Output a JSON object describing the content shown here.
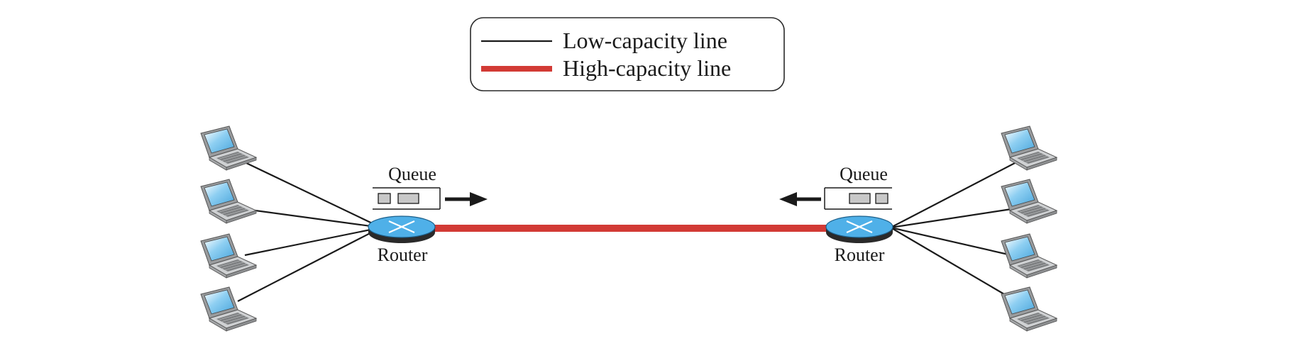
{
  "legend": {
    "items": [
      {
        "label": "Low-capacity line",
        "color": "#1a1a1a",
        "style": "thin"
      },
      {
        "label": "High-capacity line",
        "color": "#d23a35",
        "style": "thick"
      }
    ]
  },
  "left_side": {
    "queue_label": "Queue",
    "router_label": "Router",
    "arrow_direction": "right",
    "queue_packets": 2,
    "host_count": 4
  },
  "right_side": {
    "queue_label": "Queue",
    "router_label": "Router",
    "arrow_direction": "left",
    "queue_packets": 2,
    "host_count": 4
  },
  "colors": {
    "router_blue": "#4fb0e8",
    "router_dark": "#2a2a2a",
    "high_capacity": "#d23a35",
    "low_capacity": "#1a1a1a",
    "screen_blue": "#8ecff2",
    "laptop_gray": "#c9cbcd"
  },
  "icons": [
    "laptop-icon",
    "router-icon",
    "queue-icon",
    "arrow-icon"
  ]
}
